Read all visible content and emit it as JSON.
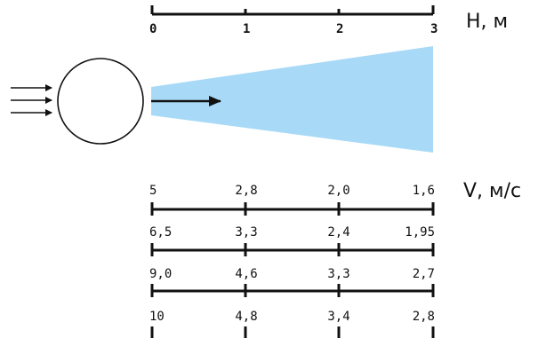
{
  "height_scale": {
    "unit_label": "H, м",
    "ticks": [
      "0",
      "1",
      "2",
      "3"
    ]
  },
  "velocity_scale": {
    "unit_label": "V, м/с",
    "rows": [
      [
        "5",
        "2,8",
        "2,0",
        "1,6"
      ],
      [
        "6,5",
        "3,3",
        "2,4",
        "1,95"
      ],
      [
        "9,0",
        "4,6",
        "3,3",
        "2,7"
      ],
      [
        "10",
        "4,8",
        "3,4",
        "2,8"
      ]
    ]
  },
  "colors": {
    "jet": "#a8daf7",
    "stroke": "#111111"
  },
  "icons": {
    "inflow": "inflow-arrows-icon",
    "outlet": "outlet-circle-icon",
    "flow": "flow-direction-arrow-icon"
  }
}
